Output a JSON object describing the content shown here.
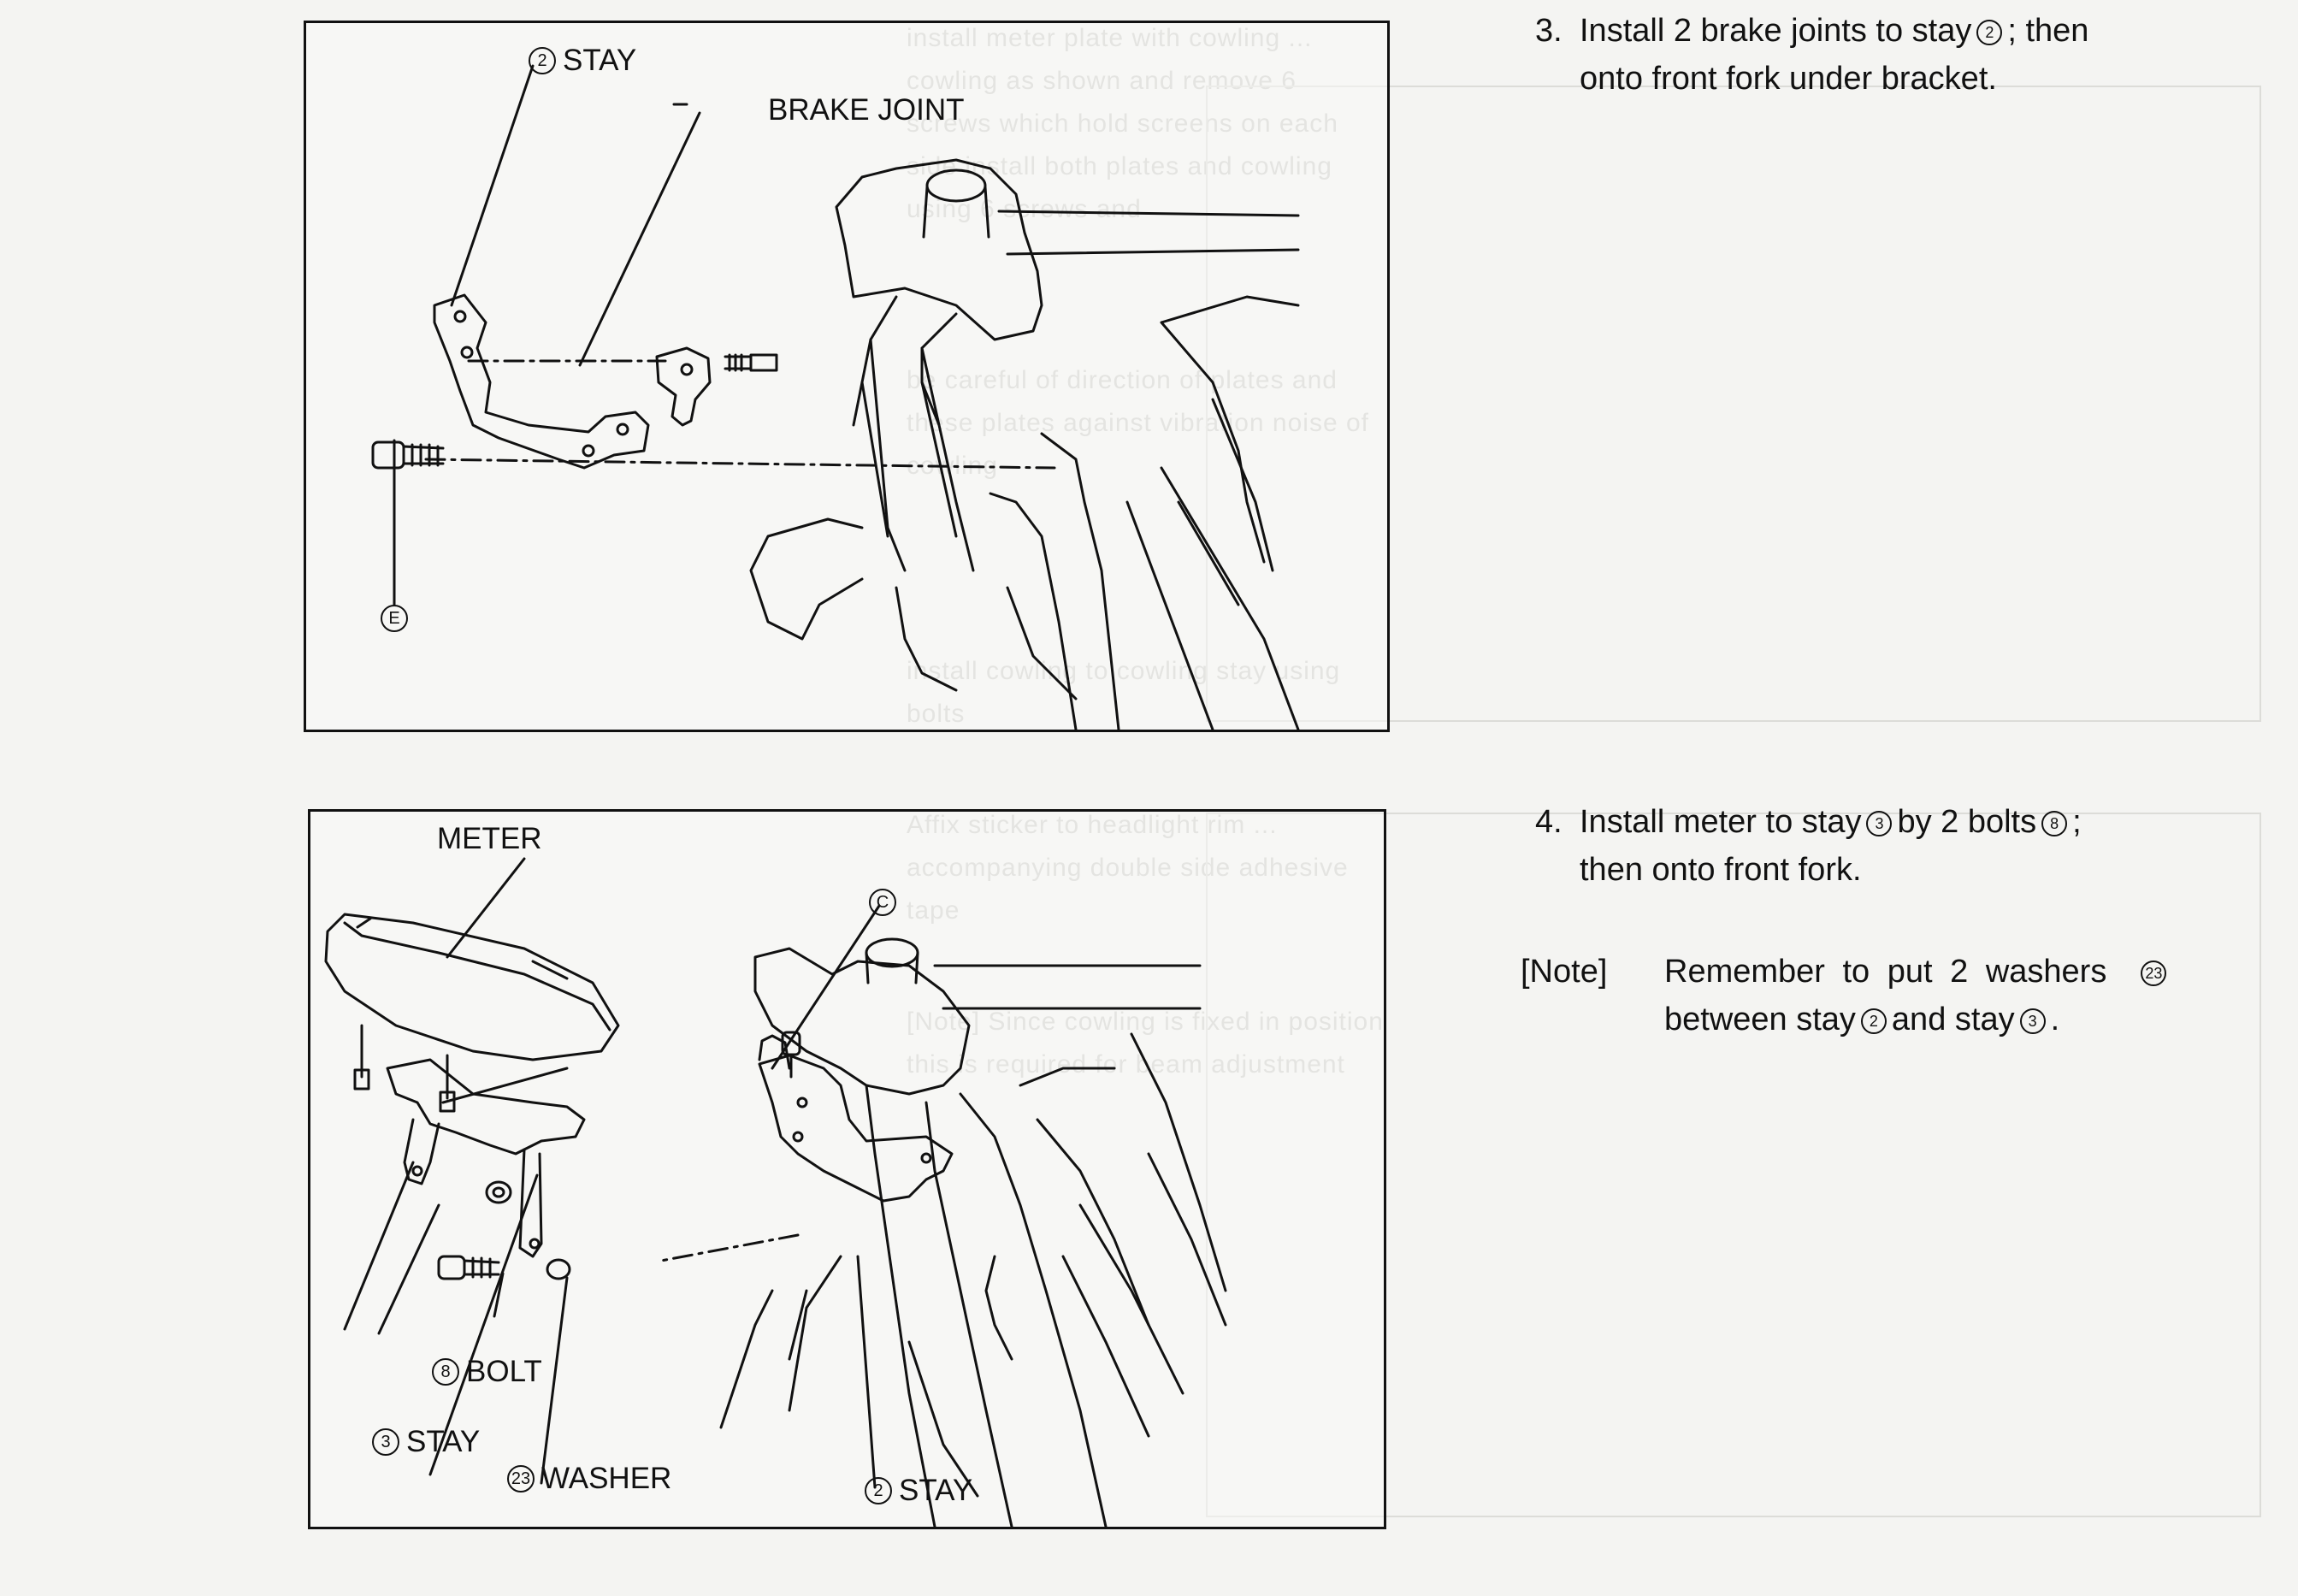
{
  "colors": {
    "ink": "#111111",
    "paper": "#f4f4f2",
    "bleed": "#c9c9c6"
  },
  "top_diagram": {
    "stay_number": "2",
    "stay_label": "STAY",
    "brake_joint_label": "BRAKE JOINT",
    "e_marker": "E"
  },
  "bottom_diagram": {
    "meter_label": "METER",
    "c_marker": "C",
    "bolt_number": "8",
    "bolt_label": "BOLT",
    "stay3_number": "3",
    "stay3_label": "STAY",
    "washer_number": "23",
    "washer_label": "WASHER",
    "stay2_number": "2",
    "stay2_label": "STAY"
  },
  "instructions": {
    "step3": {
      "number": "3.",
      "line1_pre": "Install 2 brake joints to stay",
      "line1_ref": "2",
      "line1_post": "; then",
      "line2": "onto front fork under bracket."
    },
    "step4": {
      "number": "4.",
      "line1_pre": "Install meter to stay",
      "line1_ref1": "3",
      "line1_mid": "by 2 bolts",
      "line1_ref2": "8",
      "line1_post": ";",
      "line2": "then onto front fork."
    },
    "note": {
      "tag": "[Note]",
      "line1_pre": "Remember to put 2 washers",
      "line1_ref": "23",
      "line2_pre": "between stay",
      "line2_ref1": "2",
      "line2_mid": "and stay",
      "line2_ref2": "3",
      "line2_post": "."
    }
  }
}
